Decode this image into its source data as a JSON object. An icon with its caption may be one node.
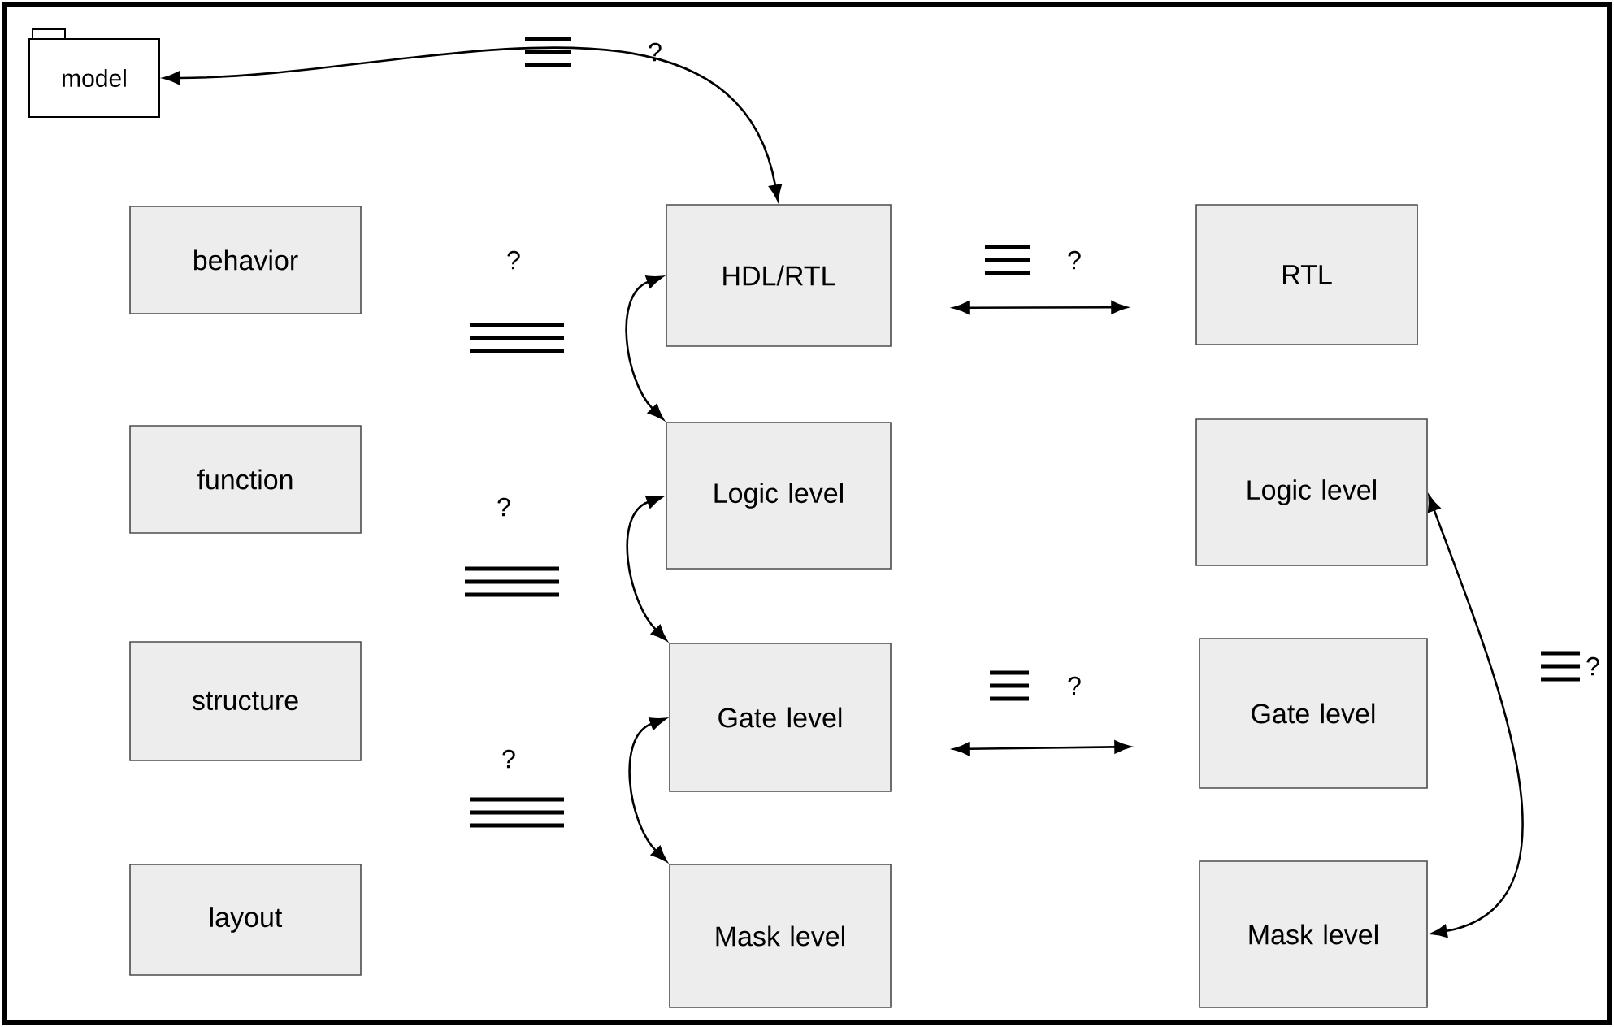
{
  "diagram": {
    "nodes": [
      {
        "text": [
          "model"
        ]
      },
      {
        "text": [
          "behavior"
        ]
      },
      {
        "text": [
          "function"
        ]
      },
      {
        "text": [
          "structure"
        ]
      },
      {
        "text": [
          "layout"
        ]
      },
      {
        "text": [
          "HDL/RTL"
        ]
      },
      {
        "text": [
          "Logic level"
        ]
      },
      {
        "text": [
          "Gate level"
        ]
      },
      {
        "text": [
          "Mask level"
        ]
      },
      {
        "text": [
          "RTL"
        ]
      },
      {
        "text": [
          "Logic level"
        ]
      },
      {
        "text": [
          "Gate level"
        ]
      },
      {
        "text": [
          "Mask level"
        ]
      }
    ],
    "edges": [
      {
        "from": 0,
        "to": 5,
        "arrow": "both"
      },
      {
        "from": 5,
        "to": 6,
        "arrow": "both"
      },
      {
        "from": 6,
        "to": 7,
        "arrow": "both"
      },
      {
        "from": 7,
        "to": 8,
        "arrow": "both"
      },
      {
        "from": 5,
        "to": 9,
        "arrow": "both"
      },
      {
        "from": 7,
        "to": 11,
        "arrow": "both"
      },
      {
        "from": 10,
        "to": 12,
        "arrow": "both"
      }
    ],
    "labels": [
      "?",
      "?",
      "?",
      "?",
      "?",
      "?",
      "?"
    ]
  }
}
